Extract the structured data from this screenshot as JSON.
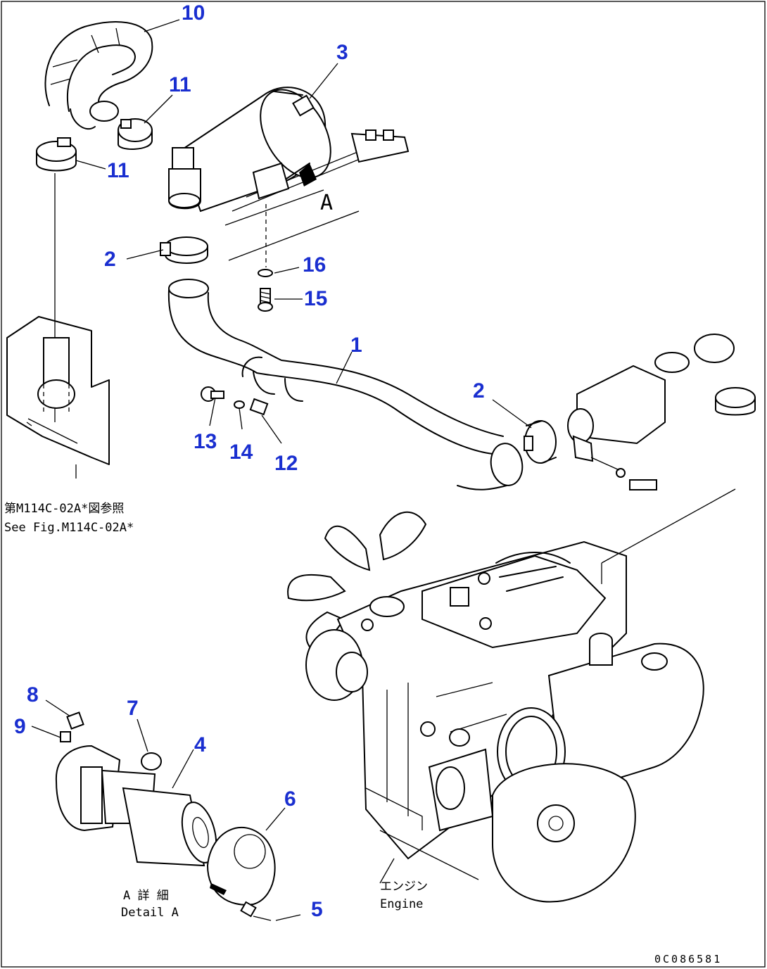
{
  "callouts": {
    "c10": "10",
    "c3": "3",
    "c11a": "11",
    "c11b": "11",
    "c2a": "2",
    "c16": "16",
    "c15": "15",
    "c1": "1",
    "c2b": "2",
    "c13": "13",
    "c14": "14",
    "c12": "12",
    "c8": "8",
    "c9": "9",
    "c7": "7",
    "c4": "4",
    "c6": "6",
    "c5": "5"
  },
  "labels": {
    "view_a": "A",
    "see_fig_jp": "第M114C-02A*図参照",
    "see_fig_en": "See Fig.M114C-02A*",
    "detail_jp": "A 詳 細",
    "detail_en": "Detail A",
    "engine_jp": "エンジン",
    "engine_en": "Engine",
    "drawing_code": "0C086581"
  }
}
